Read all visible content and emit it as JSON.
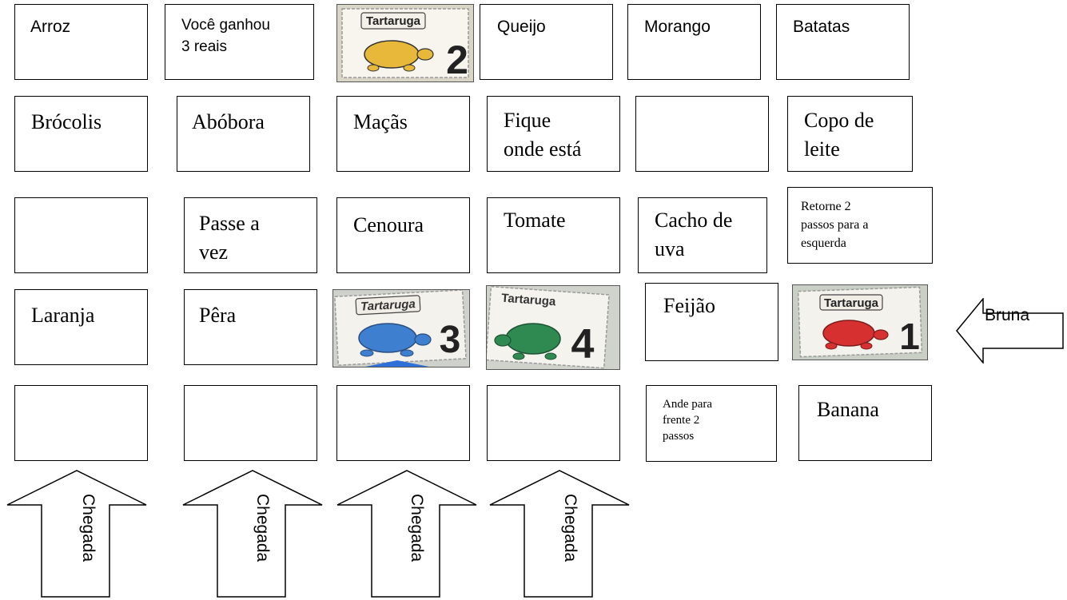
{
  "cells": [
    {
      "id": "arroz",
      "text": "Arroz"
    },
    {
      "id": "voce-ganhou",
      "text": "Você ganhou\n3  reais"
    },
    {
      "id": "queijo",
      "text": "Queijo"
    },
    {
      "id": "morango",
      "text": "Morango"
    },
    {
      "id": "batatas",
      "text": "Batatas"
    },
    {
      "id": "brocolis",
      "text": "Brócolis"
    },
    {
      "id": "abobora",
      "text": "Abóbora"
    },
    {
      "id": "macas",
      "text": "Maçãs"
    },
    {
      "id": "fique",
      "text": "Fique\nonde está"
    },
    {
      "id": "empty-r2c5",
      "text": ""
    },
    {
      "id": "copo",
      "text": "Copo de\nleite"
    },
    {
      "id": "empty-r3c1",
      "text": ""
    },
    {
      "id": "passe",
      "text": "Passe a\nvez"
    },
    {
      "id": "cenoura",
      "text": "Cenoura"
    },
    {
      "id": "tomate",
      "text": "Tomate"
    },
    {
      "id": "uva",
      "text": "Cacho de\nuva"
    },
    {
      "id": "retorne",
      "text": "Retorne 2\npassos para a\nesquerda"
    },
    {
      "id": "laranja",
      "text": "Laranja"
    },
    {
      "id": "pera",
      "text": "Pêra"
    },
    {
      "id": "feijao",
      "text": "Feijão"
    },
    {
      "id": "empty-r5c1",
      "text": ""
    },
    {
      "id": "empty-r5c2",
      "text": ""
    },
    {
      "id": "empty-r5c3",
      "text": ""
    },
    {
      "id": "empty-r5c4",
      "text": ""
    },
    {
      "id": "ande",
      "text": "Ande para\nfrente 2\npassos"
    },
    {
      "id": "banana",
      "text": "Banana"
    }
  ],
  "cards": [
    {
      "id": "tartaruga-2",
      "title": "Tartaruga",
      "number": "2",
      "color": "#e8b83a"
    },
    {
      "id": "tartaruga-3",
      "title": "Tartaruga",
      "number": "3",
      "color": "#3f7fd0"
    },
    {
      "id": "tartaruga-4",
      "title": "Tartaruga",
      "number": "4",
      "color": "#2f8a52"
    },
    {
      "id": "tartaruga-1",
      "title": "Tartaruga",
      "number": "1",
      "color": "#d63030"
    }
  ],
  "player_arrow": {
    "label": "Bruna"
  },
  "finish_arrows": [
    {
      "label": "Chegada"
    },
    {
      "label": "Chegada"
    },
    {
      "label": "Chegada"
    },
    {
      "label": "Chegada"
    }
  ]
}
